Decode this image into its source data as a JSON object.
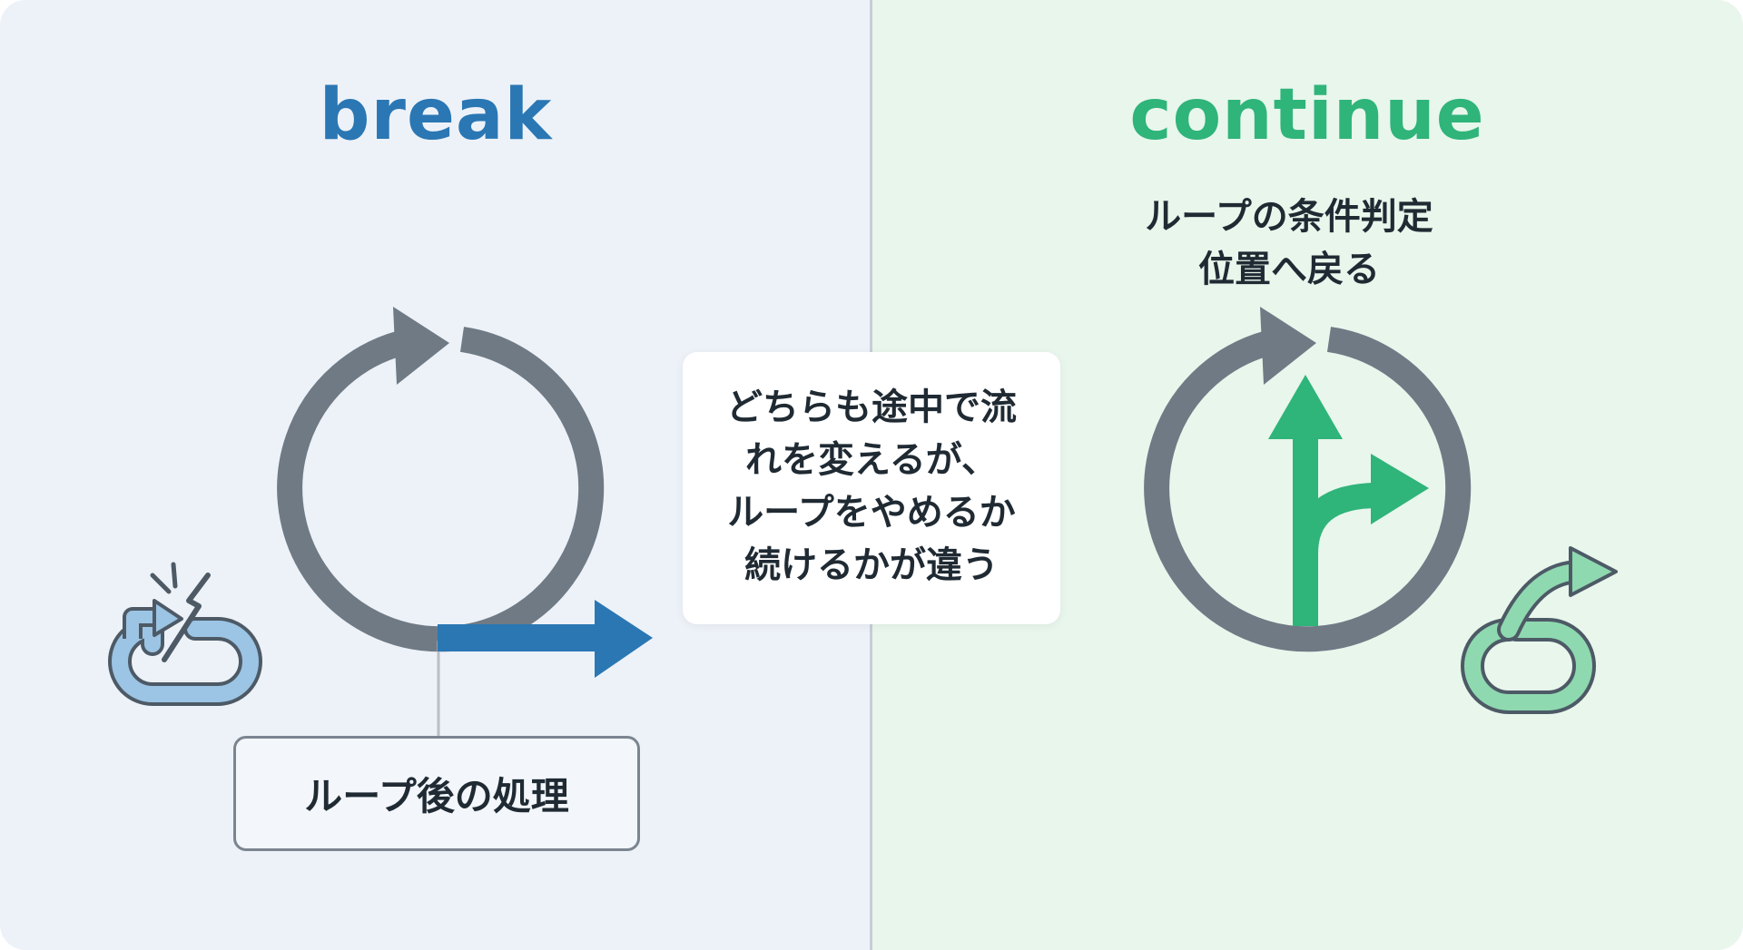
{
  "colors": {
    "left_bg": "#edf2f8",
    "right_bg": "#e8f6ec",
    "break_accent": "#2a77b4",
    "continue_accent": "#2fb47a",
    "loop_gray": "#6f7a85",
    "text": "#1f2a33"
  },
  "left": {
    "title": "break",
    "after_loop_label": "ループ後の処理",
    "icon": "broken-loop-icon"
  },
  "center": {
    "lines": [
      "どちらも途中で流",
      "れを変えるが、",
      "ループをやめるか",
      "続けるかが違う"
    ]
  },
  "right": {
    "title": "continue",
    "condition_lines": [
      "ループの条件判定",
      "位置へ戻る"
    ],
    "icon": "loop-continue-icon"
  }
}
